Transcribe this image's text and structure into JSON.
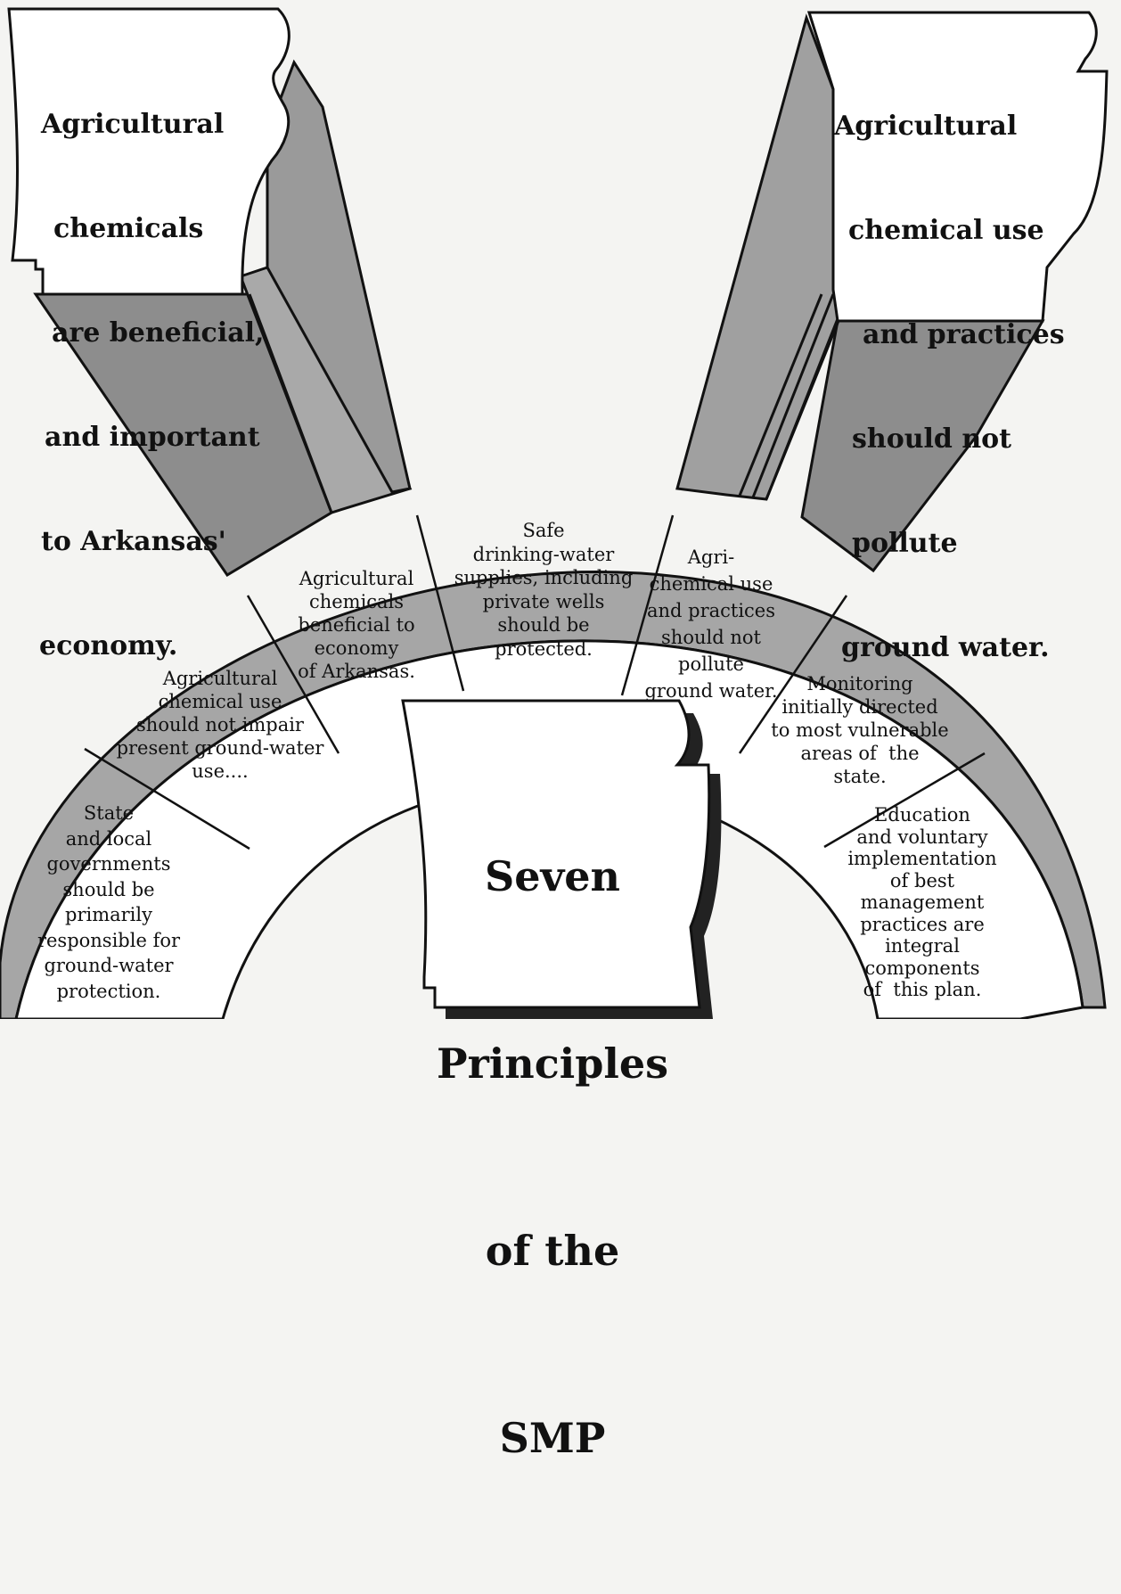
{
  "left_sign": {
    "lines": [
      "Agricultural",
      "chemicals",
      "are beneficial,",
      "and important",
      "to Arkansas'",
      "economy."
    ]
  },
  "right_sign": {
    "lines": [
      "Agricultural",
      "chemical use",
      "and practices",
      "should not",
      "pollute",
      "ground water."
    ]
  },
  "center": {
    "title_lines": [
      "Seven",
      "Principles",
      "of the",
      "SMP"
    ]
  },
  "principles": [
    {
      "text": "State\nand local\ngovernments\nshould be\nprimarily\nresponsible for\nground-water\nprotection."
    },
    {
      "text": "Agricultural\nchemical use\nshould not impair\npresent ground-water\nuse...."
    },
    {
      "text": "Agricultural\nchemicals\nbeneficial to\neconomy\nof Arkansas."
    },
    {
      "text": "Safe\ndrinking-water\nsupplies, including\nprivate wells\nshould be\nprotected."
    },
    {
      "text": "Agri-\nchemical use\nand practices\nshould not\npollute\nground water."
    },
    {
      "text": "Monitoring\ninitially directed\nto most vulnerable\nareas of  the\nstate."
    },
    {
      "text": "Education\nand voluntary\nimplementation\nof best\nmanagement\npractices are\nintegral\ncomponents\nof  this plan."
    }
  ],
  "colors": {
    "background": "#f4f4f2",
    "beam_dark": "#8f8f8f",
    "beam_light": "#b4b4b4",
    "arch": "#a8a8a8",
    "outline": "#111111",
    "sign": "#ffffff"
  }
}
